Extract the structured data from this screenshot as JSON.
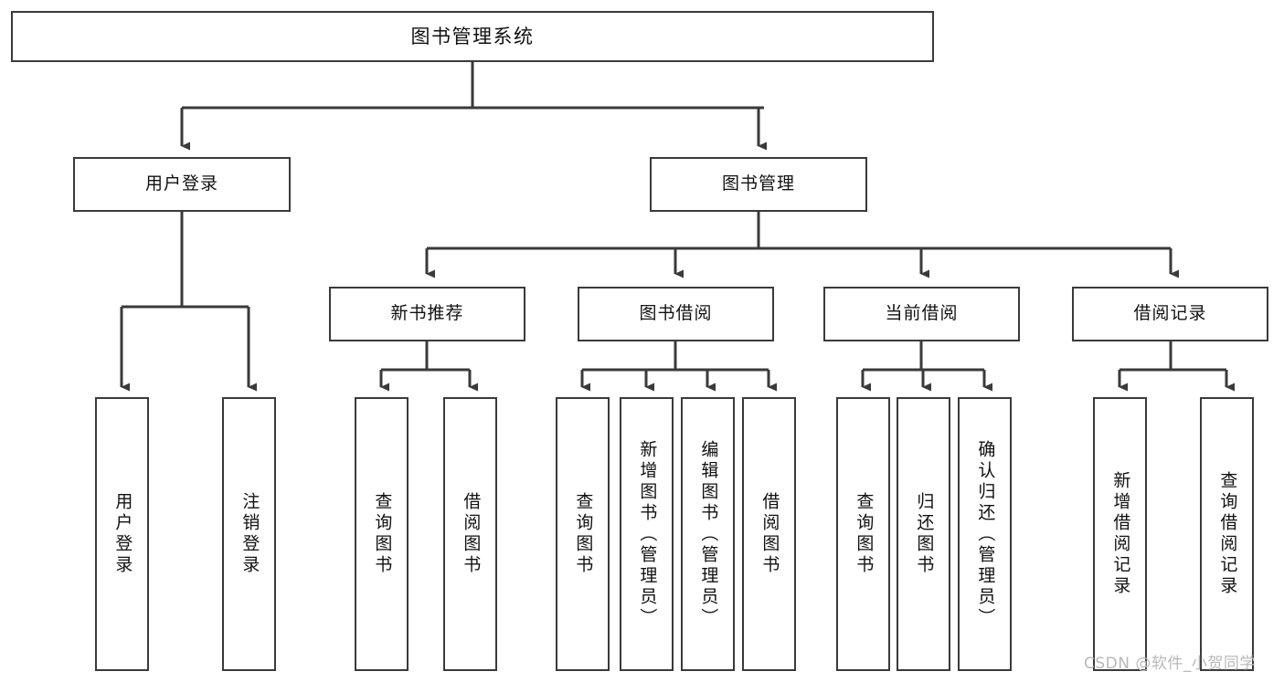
{
  "diagram": {
    "title": "图书管理系统",
    "type": "tree-hierarchy-chart",
    "line_color": "#3a3a3a",
    "box_fill": "#ffffff",
    "text_color": "#111111"
  },
  "nodes": {
    "root": {
      "label": "图书管理系统"
    },
    "level1": [
      {
        "label": "用户登录"
      },
      {
        "label": "图书管理"
      }
    ],
    "level2": [
      {
        "label": "新书推荐"
      },
      {
        "label": "图书借阅"
      },
      {
        "label": "当前借阅"
      },
      {
        "label": "借阅记录"
      }
    ],
    "leaves": {
      "user_login": [
        {
          "label": "用户登录"
        },
        {
          "label": "注销登录"
        }
      ],
      "new_book_recommend": [
        {
          "label": "查询图书"
        },
        {
          "label": "借阅图书"
        }
      ],
      "book_borrow": [
        {
          "label": "查询图书"
        },
        {
          "label": "新增图书（管理员）"
        },
        {
          "label": "编辑图书（管理员）"
        },
        {
          "label": "借阅图书"
        }
      ],
      "current_borrow": [
        {
          "label": "查询图书"
        },
        {
          "label": "归还图书"
        },
        {
          "label": "确认归还（管理员）"
        }
      ],
      "borrow_record": [
        {
          "label": "新增借阅记录"
        },
        {
          "label": "查询借阅记录"
        }
      ]
    }
  },
  "watermark": {
    "text": "CSDN @软件_小贺同学"
  }
}
